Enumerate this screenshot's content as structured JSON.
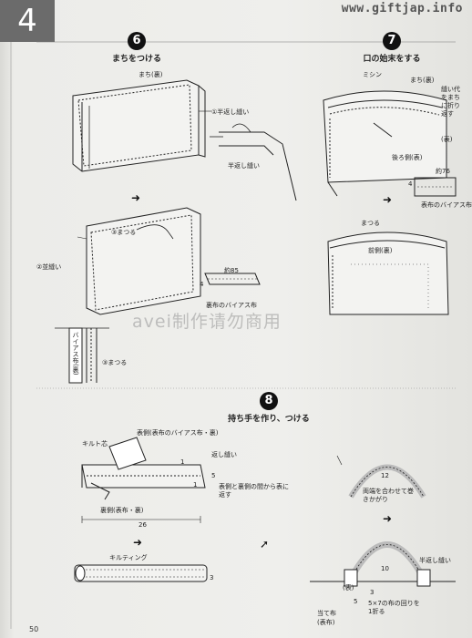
{
  "header": {
    "chapter_number": "4",
    "site": "www.giftjap.info"
  },
  "steps": [
    {
      "number": "6",
      "title": "まちをつける"
    },
    {
      "number": "7",
      "title": "口の始末をする"
    },
    {
      "number": "8",
      "title": "持ち手を作り、つける"
    }
  ],
  "labels": {
    "machi_ura": "まち(裏)",
    "hankaeshi_nui1": "①半返し縫い",
    "hankaeshi_nui": "半返し縫い",
    "matsuru3": "③まつる",
    "nami_nui2": "②並縫い",
    "yaku85": "約85",
    "n4": "4",
    "bias_cloth": "裏布のバイアス布",
    "bias_vertical": "バイアス布(裏)",
    "matsuru3b": "③まつる",
    "mishin": "ミシン",
    "machi_ura2": "まち(裏)",
    "kaeshi_nui_machi": "縫い代をまちに折り返す",
    "omote": "(表)",
    "ushiro_omote": "後ろ側(表)",
    "yaku76": "約76",
    "n4b": "4",
    "omote_bias": "表布のバイアス布",
    "matsuru": "まつる",
    "maegawa_ura": "前側(裏)",
    "quilt_shin": "キルト芯",
    "omotegawa_bias": "表側(表布のバイアス布・裏)",
    "kaeshi_nui": "返し縫い",
    "n1": "1",
    "n1b": "1",
    "n5": "5",
    "turn_note": "表側と裏側の間から表に返す",
    "uragawa": "裏側(表布・裏)",
    "n26": "26",
    "quilting": "キルティング",
    "n3": "3",
    "n12": "12",
    "wrap_note": "両端を合わせて巻きかがり",
    "hankaeshi_nui2": "半返し縫い",
    "n10": "10",
    "omote2": "(表)",
    "n5b": "5",
    "n3b": "3",
    "atefu": "当て布",
    "atefu_omote": "(表布)",
    "cloth_note": "5×7の布の回りを1折る",
    "watermark": "avei制作请勿商用"
  },
  "footer": {
    "page_number": "50"
  }
}
